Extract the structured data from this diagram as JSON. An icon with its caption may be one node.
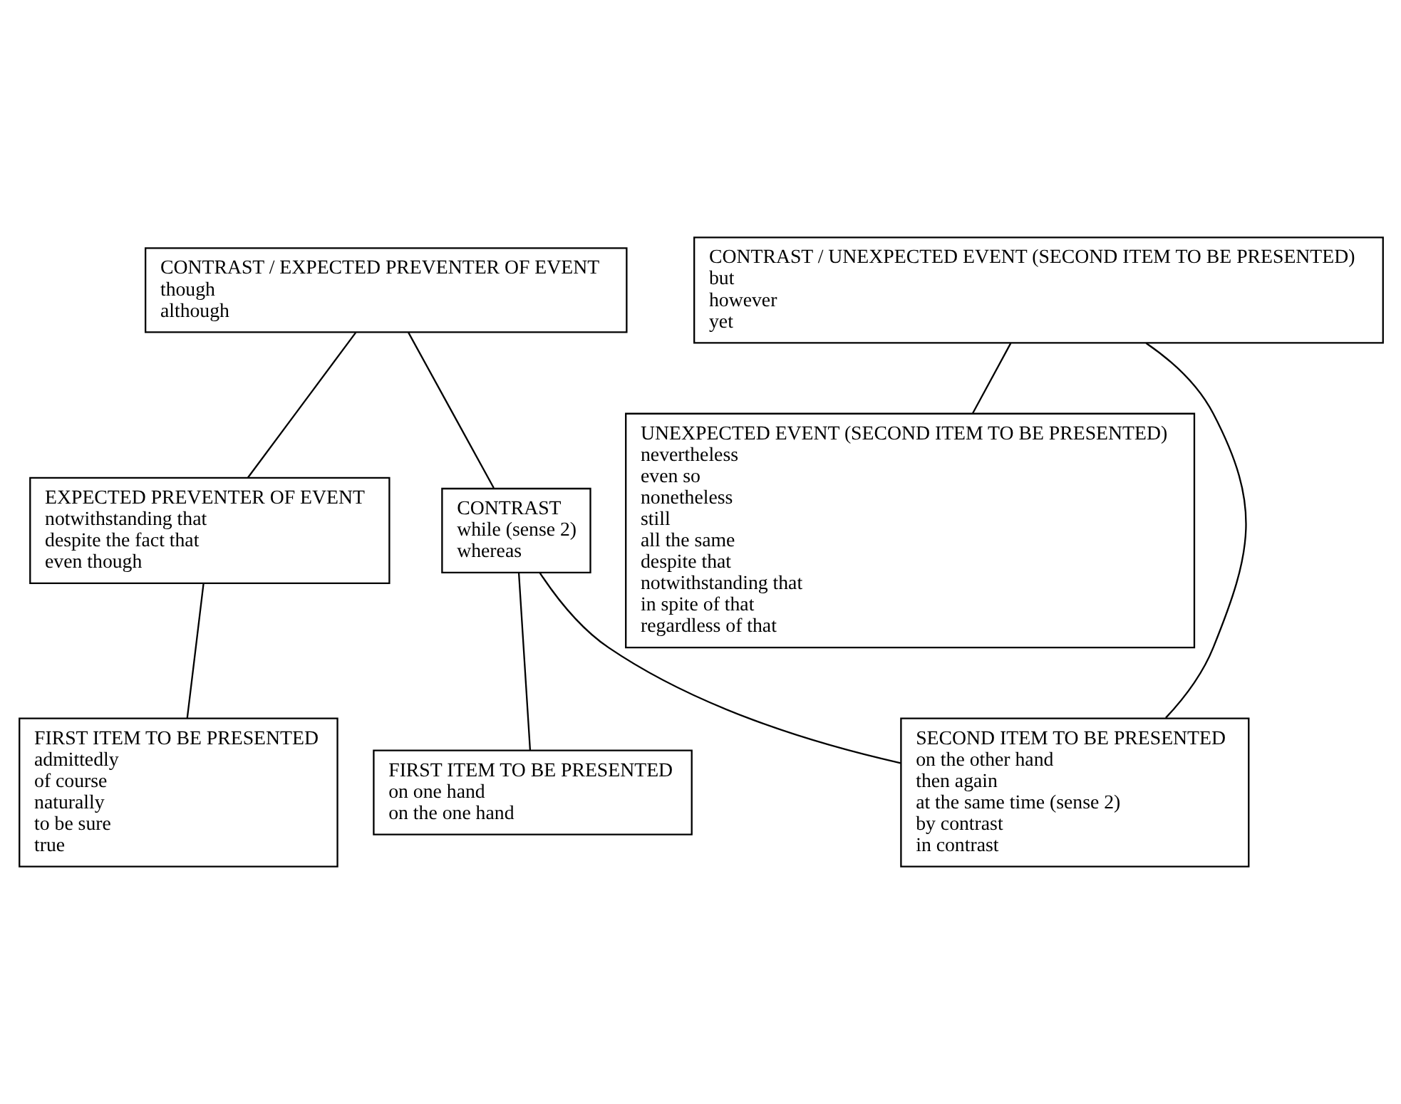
{
  "diagram": {
    "nodes": [
      {
        "text": [
          "CONTRAST / EXPECTED PREVENTER OF EVENT",
          "though",
          "although"
        ]
      },
      {
        "text": [
          "CONTRAST / UNEXPECTED EVENT (SECOND ITEM TO BE PRESENTED)",
          "but",
          "however",
          "yet"
        ]
      },
      {
        "text": [
          "CONTRAST",
          "while (sense 2)",
          "whereas"
        ]
      },
      {
        "text": [
          "EXPECTED PREVENTER OF EVENT",
          "notwithstanding that",
          "despite the fact that",
          "even though"
        ]
      },
      {
        "text": [
          "UNEXPECTED EVENT (SECOND ITEM TO BE PRESENTED)",
          "nevertheless",
          "even so",
          "nonetheless",
          "still",
          "all the same",
          "despite that",
          "notwithstanding that",
          "in spite of that",
          "regardless of that"
        ]
      },
      {
        "text": [
          "FIRST ITEM TO BE PRESENTED",
          "on one hand",
          "on the one hand"
        ]
      },
      {
        "text": [
          "SECOND ITEM TO BE PRESENTED",
          "on the other hand",
          "then again",
          "at the same time (sense 2)",
          "by contrast",
          "in contrast"
        ]
      },
      {
        "text": [
          "FIRST ITEM TO BE PRESENTED",
          "admittedly",
          "of course",
          "naturally",
          "to be sure",
          "true"
        ]
      }
    ],
    "edges": [
      {
        "from": 0,
        "to": 2,
        "arrow": "none"
      },
      {
        "from": 0,
        "to": 3,
        "arrow": "none"
      },
      {
        "from": 1,
        "to": 4,
        "arrow": "none"
      },
      {
        "from": 1,
        "to": 6,
        "arrow": "none"
      },
      {
        "from": 2,
        "to": 5,
        "arrow": "none"
      },
      {
        "from": 2,
        "to": 6,
        "arrow": "none"
      },
      {
        "from": 3,
        "to": 7,
        "arrow": "none"
      }
    ]
  }
}
